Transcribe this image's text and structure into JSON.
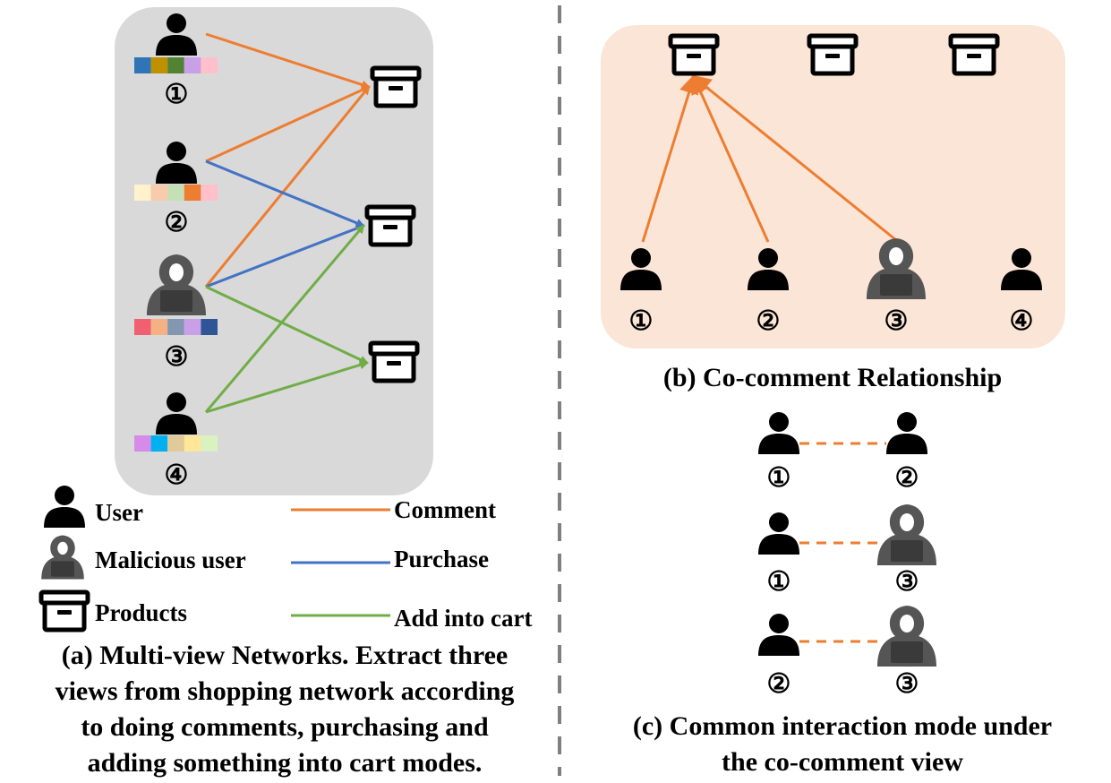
{
  "colors": {
    "comment": "#ed7d31",
    "purchase": "#4472c4",
    "cart": "#70ad47",
    "panel_a_bg": "#d9d9d9",
    "panel_b_bg": "#fbe5d6",
    "malicious": "#555555"
  },
  "panel_a": {
    "users": [
      {
        "number": "①",
        "type": "user",
        "swatches": [
          "#2e75b6",
          "#bf9000",
          "#548235",
          "#c9a0e8",
          "#ffc0cb"
        ]
      },
      {
        "number": "②",
        "type": "user",
        "swatches": [
          "#fff2cc",
          "#f8cbad",
          "#c5e0b4",
          "#ed7d31",
          "#ffc0cb"
        ]
      },
      {
        "number": "③",
        "type": "malicious",
        "swatches": [
          "#f06070",
          "#f4b183",
          "#8497b0",
          "#c9a0e8",
          "#2f5597"
        ]
      },
      {
        "number": "④",
        "type": "user",
        "swatches": [
          "#d68be8",
          "#00b0f0",
          "#e2c99a",
          "#ffe699",
          "#d9f2c0"
        ]
      }
    ],
    "edges": [
      {
        "from": 1,
        "to": 1,
        "type": "comment"
      },
      {
        "from": 2,
        "to": 1,
        "type": "comment"
      },
      {
        "from": 3,
        "to": 1,
        "type": "comment"
      },
      {
        "from": 2,
        "to": 2,
        "type": "purchase"
      },
      {
        "from": 3,
        "to": 2,
        "type": "purchase"
      },
      {
        "from": 4,
        "to": 2,
        "type": "cart"
      },
      {
        "from": 3,
        "to": 3,
        "type": "cart"
      },
      {
        "from": 4,
        "to": 3,
        "type": "cart"
      }
    ],
    "caption_lines": [
      "(a) Multi-view Networks. Extract three",
      "views from shopping network according",
      "to doing comments, purchasing and",
      "adding something into cart modes."
    ]
  },
  "legend": {
    "user": "User",
    "malicious_user": "Malicious user",
    "products": "Products",
    "comment": "Comment",
    "purchase": "Purchase",
    "add_into_cart": "Add into cart"
  },
  "panel_b": {
    "users": [
      {
        "number": "①",
        "type": "user"
      },
      {
        "number": "②",
        "type": "user"
      },
      {
        "number": "③",
        "type": "malicious"
      },
      {
        "number": "④",
        "type": "user"
      }
    ],
    "edges_to_first_product": [
      1,
      2,
      3
    ],
    "caption": "(b) Co-comment Relationship"
  },
  "panel_c": {
    "pairs": [
      {
        "left": "①",
        "left_type": "user",
        "right": "②",
        "right_type": "user"
      },
      {
        "left": "①",
        "left_type": "user",
        "right": "③",
        "right_type": "malicious"
      },
      {
        "left": "②",
        "left_type": "user",
        "right": "③",
        "right_type": "malicious"
      }
    ],
    "caption_lines": [
      "(c) Common interaction mode under",
      "the co-comment view"
    ]
  }
}
